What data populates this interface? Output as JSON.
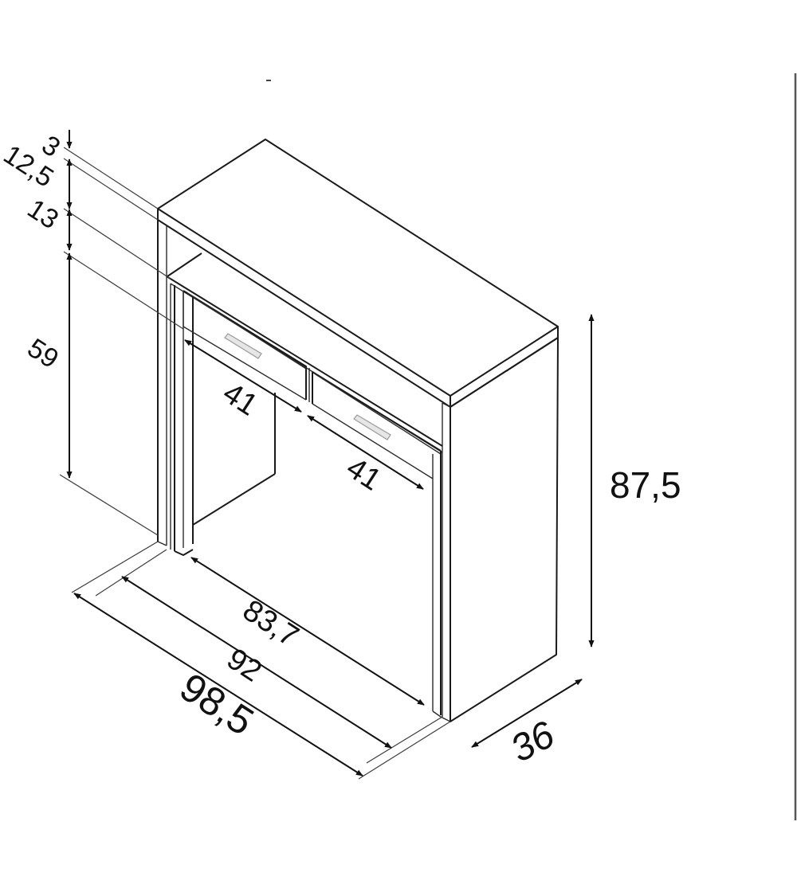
{
  "diagram": {
    "subject": "Console desk with two drawers — dimension drawing",
    "colors": {
      "line": "#1a1a1a",
      "background": "#ffffff",
      "handle": "#e6e6e6"
    },
    "dimensions": {
      "top_thickness": "3",
      "upper_shelf_gap": "12,5",
      "drawer_height": "13",
      "leg_clearance": "59",
      "drawer_left_width": "41",
      "drawer_right_width": "41",
      "inner_width": "83,7",
      "carcass_width": "92",
      "total_width": "98,5",
      "depth": "36",
      "total_height": "87,5"
    }
  }
}
